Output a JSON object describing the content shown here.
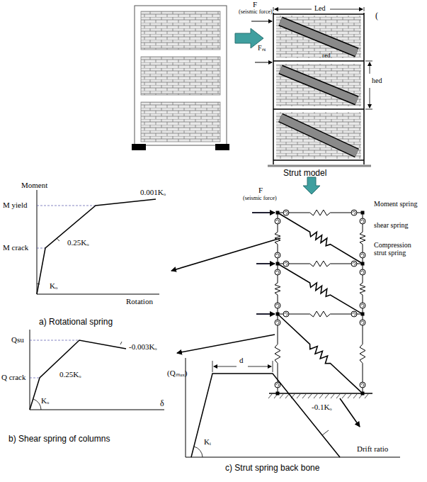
{
  "diagram": {
    "labels": [
      "F",
      "(seismic force)",
      "Fₙᵢ",
      "Led",
      "red",
      "hed",
      "(",
      "Strut model",
      "F",
      "(seismic force)",
      "Moment spring",
      "shear spring",
      "Compression strut spring",
      "Moment",
      "M yield",
      "0.001Kₒ",
      "M crack",
      "0.25Kₒ",
      "Kₒ",
      "Rotation",
      "a) Rotational spring",
      "Qsu",
      "-0.003Kₒ",
      "Q crack",
      "0.25Kₒ",
      "Kₒ",
      "δ",
      "b) Shear spring of columns",
      "(Qₘₐₓ)",
      "d",
      "-0.1Kₒ",
      "Kᵢ",
      "Drift ratio",
      "c) Strut spring back bone"
    ]
  }
}
